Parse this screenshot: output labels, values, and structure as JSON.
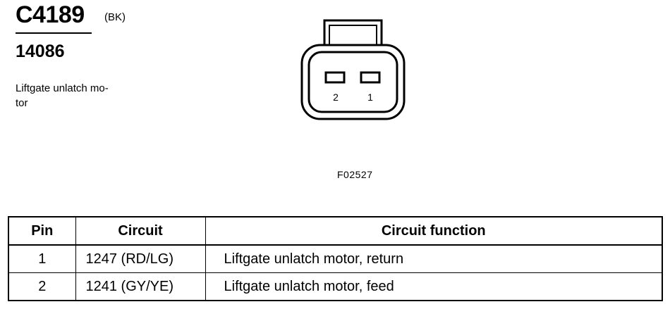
{
  "connector": {
    "id": "C4189",
    "color": "(BK)",
    "part_number": "14086",
    "description": "Liftgate unlatch mo-tor",
    "description_line1": "Liftgate unlatch mo-",
    "description_line2": "tor",
    "figure_id": "F02527",
    "pin_labels": [
      "2",
      "1"
    ]
  },
  "table": {
    "headers": {
      "pin": "Pin",
      "circuit": "Circuit",
      "function": "Circuit function"
    },
    "rows": [
      {
        "pin": "1",
        "circuit": "1247 (RD/LG)",
        "function": "Liftgate unlatch motor, return"
      },
      {
        "pin": "2",
        "circuit": "1241 (GY/YE)",
        "function": "Liftgate unlatch motor, feed"
      }
    ]
  }
}
